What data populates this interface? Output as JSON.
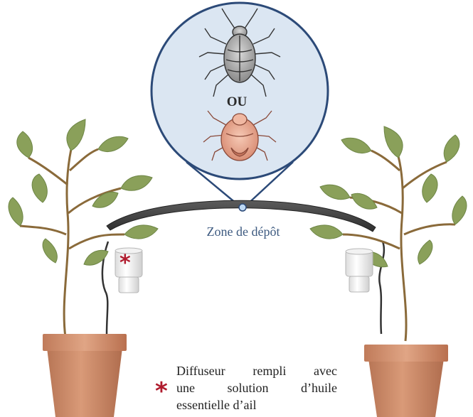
{
  "inset": {
    "label": "OU"
  },
  "bridge": {
    "label": "Zone de dépôt"
  },
  "diffuser_left": {
    "marker": "*"
  },
  "legend": {
    "marker": "*",
    "lines": [
      [
        "Diffuseur",
        "rempli",
        "avec"
      ],
      [
        "une",
        "solution",
        "d’huile"
      ],
      [
        "essentielle d’ail"
      ]
    ]
  },
  "colors": {
    "accent_blue": "#2c4a78",
    "asterisk_red": "#b01c2e",
    "pot": "#c98a67",
    "leaf": "#8aa05a",
    "stem": "#8a6a3a",
    "bridge": "#3a3a3a"
  }
}
